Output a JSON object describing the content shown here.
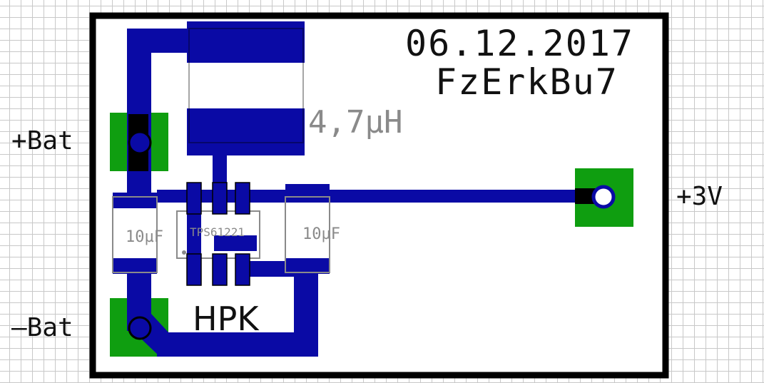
{
  "board": {
    "date": "06.12.2017",
    "label": "FzErkBu7",
    "marking": "HPK"
  },
  "connectors": {
    "plus_bat": "+Bat",
    "minus_bat": "–Bat",
    "plus_3v": "+3V"
  },
  "components": {
    "inductor_value": "4,7µH",
    "cap_left_value": "10µF",
    "cap_right_value": "10µF",
    "ic_name": "TPS61221"
  },
  "colors": {
    "copper": "#0a0aa5",
    "pad": "#0f9e10",
    "outline": "#000000",
    "silkscreen": "#8a8a8a",
    "grid": "#c8c8c8"
  }
}
